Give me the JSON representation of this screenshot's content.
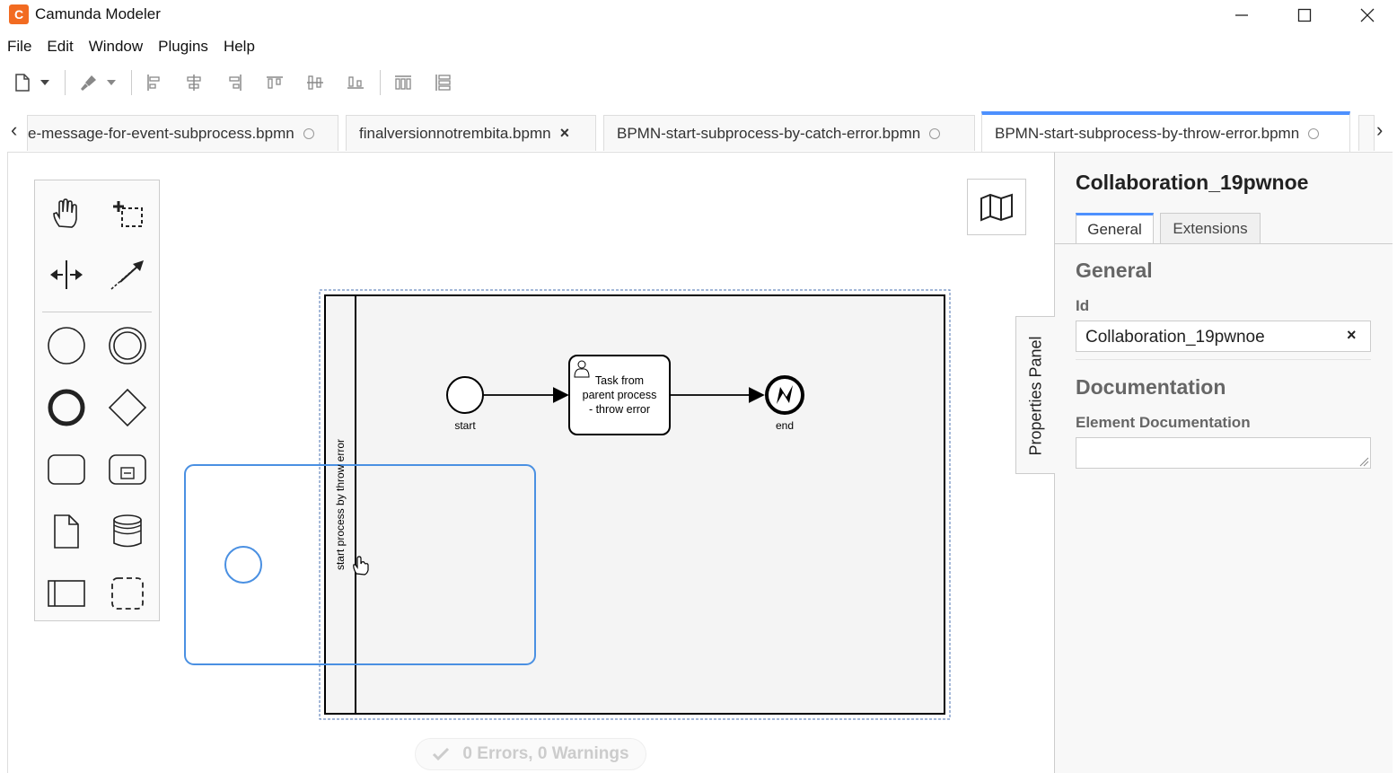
{
  "app": {
    "title": "Camunda Modeler",
    "logo_text": "C"
  },
  "window_controls": {
    "minimize": "minimize-icon",
    "maximize": "maximize-icon",
    "close": "close-icon"
  },
  "menu": [
    "File",
    "Edit",
    "Window",
    "Plugins",
    "Help"
  ],
  "toolbar": {
    "icons": [
      "new-file-icon",
      "dropdown-icon",
      "paint-brush-icon",
      "dropdown-icon",
      "align-left-icon",
      "align-center-icon",
      "align-right-icon",
      "align-top-icon",
      "align-middle-icon",
      "align-bottom-icon",
      "distribute-horizontal-icon",
      "distribute-vertical-icon"
    ]
  },
  "tabs": {
    "scroll_left": "‹",
    "scroll_right": "›",
    "items": [
      {
        "label": "e-message-for-event-subprocess.bpmn",
        "state": "saved"
      },
      {
        "label": "finalversionnotrembita.bpmn",
        "state": "close"
      },
      {
        "label": "BPMN-start-subprocess-by-catch-error.bpmn",
        "state": "saved"
      },
      {
        "label": "BPMN-start-subprocess-by-throw-error.bpmn",
        "state": "saved",
        "active": true
      }
    ]
  },
  "palette": {
    "tools": [
      "hand-tool-icon",
      "lasso-tool-icon",
      "space-tool-icon",
      "connect-tool-icon",
      "start-event-icon",
      "intermediate-event-icon",
      "end-event-icon",
      "gateway-icon",
      "task-icon",
      "subprocess-icon",
      "data-object-icon",
      "data-store-icon",
      "participant-icon",
      "group-icon"
    ]
  },
  "diagram": {
    "participant_label": "start process by throw error",
    "start_label": "start",
    "task_label_lines": [
      "Task from",
      "parent process",
      "- throw error"
    ],
    "end_label": "end"
  },
  "properties": {
    "toggle_label": "Properties Panel",
    "title": "Collaboration_19pwnoe",
    "tabs": [
      "General",
      "Extensions"
    ],
    "general_heading": "General",
    "id_label": "Id",
    "id_value": "Collaboration_19pwnoe",
    "clear": "×",
    "documentation_heading": "Documentation",
    "element_documentation_label": "Element Documentation",
    "element_documentation_value": ""
  },
  "status": {
    "text": "0 Errors, 0 Warnings"
  },
  "colors": {
    "accent": "#4d90fe",
    "logo": "#f26b21",
    "selection": "#4a90e2"
  }
}
